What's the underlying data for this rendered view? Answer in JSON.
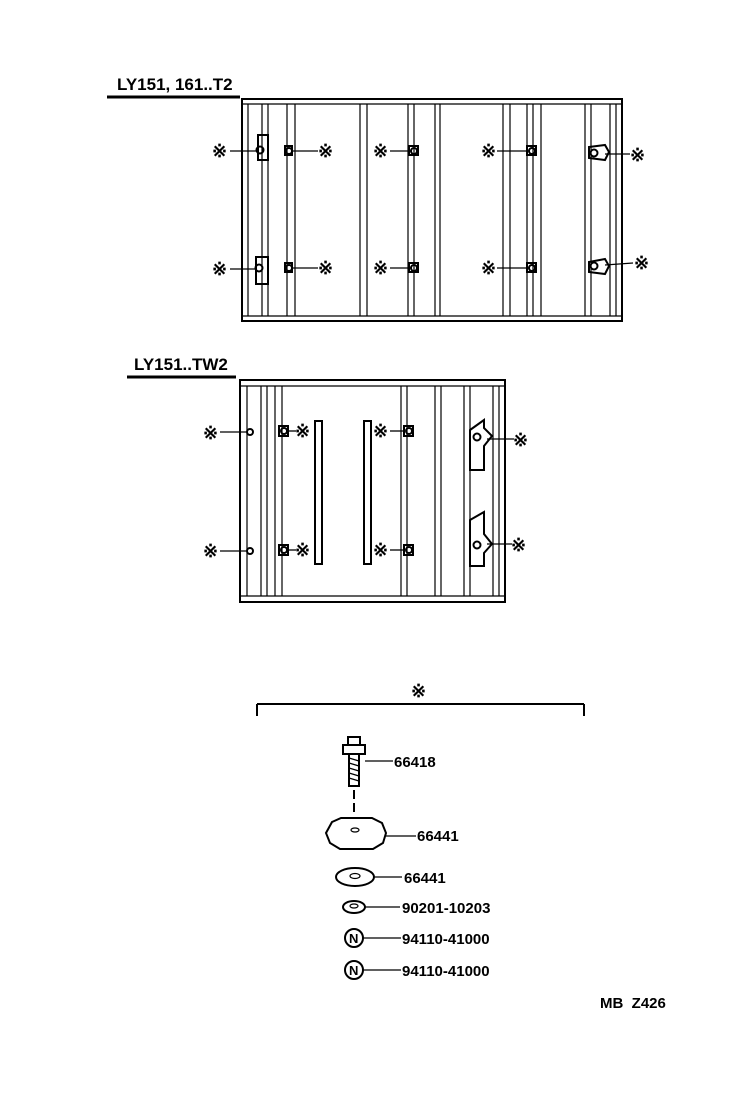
{
  "sections": {
    "upper_title": "LY151, 161..T2",
    "lower_title": "LY151..TW2"
  },
  "mark": "※",
  "parts": [
    {
      "number": "66418"
    },
    {
      "number": "66441"
    },
    {
      "number": "66441"
    },
    {
      "number": "90201-10203"
    },
    {
      "number": "94110-41000",
      "symbol": "N"
    },
    {
      "number": "94110-41000",
      "symbol": "N"
    }
  ],
  "footer": {
    "code": "MB  Z426"
  }
}
